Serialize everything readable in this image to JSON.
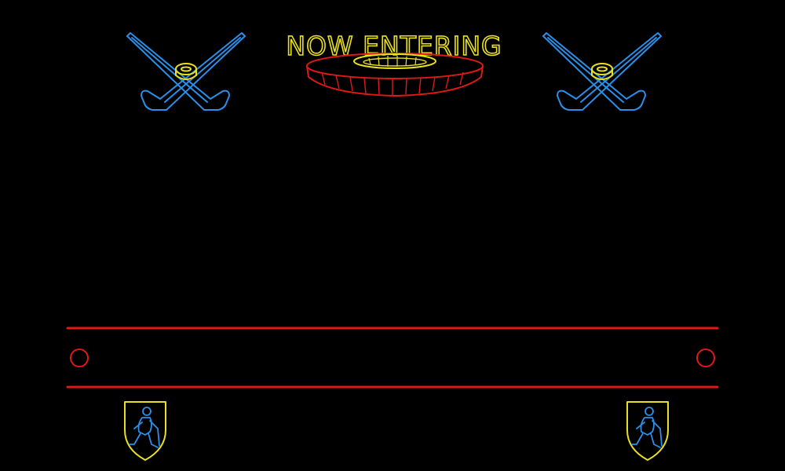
{
  "sign": {
    "title": "NOW ENTERING"
  },
  "colors": {
    "background": "#000000",
    "neon_yellow": "#e8e020",
    "neon_blue": "#2a8fe8",
    "neon_red": "#e01818"
  },
  "icons": {
    "sticks": "crossed-hockey-sticks-with-puck",
    "arena": "hockey-arena-stadium",
    "crest": "hockey-player-shield-crest"
  }
}
